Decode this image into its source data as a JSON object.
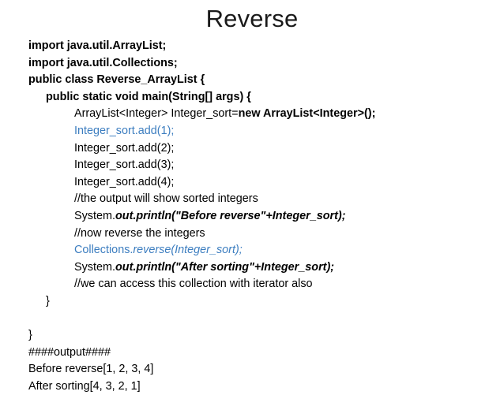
{
  "slide": {
    "title": "Reverse",
    "background_color": "#ffffff",
    "text_color": "#000000",
    "accent_blue": "#3d7ec0"
  },
  "code": {
    "lines": [
      {
        "id": "import-arraylist",
        "indent": 0,
        "segments": [
          {
            "text": "import java.util.ArrayList;",
            "style": "b",
            "color": "black"
          }
        ]
      },
      {
        "id": "import-collections",
        "indent": 0,
        "segments": [
          {
            "text": "import java.util.Collections;",
            "style": "b",
            "color": "black"
          }
        ]
      },
      {
        "id": "class-decl",
        "indent": 0,
        "segments": [
          {
            "text": "public class Reverse_ArrayList {",
            "style": "b",
            "color": "black"
          }
        ]
      },
      {
        "id": "main-method",
        "indent": 1,
        "segments": [
          {
            "text": "public static void main(String[] args) {",
            "style": "b",
            "color": "black"
          }
        ]
      },
      {
        "id": "declare-list",
        "indent": 2,
        "segments": [
          {
            "text": "ArrayList<Integer> Integer_sort=",
            "style": "",
            "color": "black"
          },
          {
            "text": "new ArrayList<Integer>();",
            "style": "b",
            "color": "black"
          }
        ]
      },
      {
        "id": "add-1",
        "indent": 2,
        "segments": [
          {
            "text": "Integer_sort.add(1);",
            "style": "",
            "color": "blue"
          }
        ]
      },
      {
        "id": "add-2",
        "indent": 2,
        "segments": [
          {
            "text": "Integer_sort.add(2);",
            "style": "",
            "color": "black"
          }
        ]
      },
      {
        "id": "add-3",
        "indent": 2,
        "segments": [
          {
            "text": "Integer_sort.add(3);",
            "style": "",
            "color": "black"
          }
        ]
      },
      {
        "id": "add-4",
        "indent": 2,
        "segments": [
          {
            "text": "Integer_sort.add(4);",
            "style": "",
            "color": "black"
          }
        ]
      },
      {
        "id": "comment-sorted",
        "indent": 2,
        "segments": [
          {
            "text": "//the output will show sorted integers",
            "style": "",
            "color": "black"
          }
        ]
      },
      {
        "id": "print-before",
        "indent": 2,
        "segments": [
          {
            "text": "System.",
            "style": "",
            "color": "black"
          },
          {
            "text": "out.println(\"Before reverse\"+Integer_sort);",
            "style": "bi",
            "color": "black"
          }
        ]
      },
      {
        "id": "comment-now-reverse",
        "indent": 2,
        "segments": [
          {
            "text": "//now reverse the integers",
            "style": "",
            "color": "black"
          }
        ]
      },
      {
        "id": "collections-reverse",
        "indent": 2,
        "segments": [
          {
            "text": "Collections.",
            "style": "",
            "color": "blue"
          },
          {
            "text": "reverse(Integer_sort);",
            "style": "i",
            "color": "blue"
          }
        ]
      },
      {
        "id": "print-after",
        "indent": 2,
        "segments": [
          {
            "text": "System.",
            "style": "",
            "color": "black"
          },
          {
            "text": "out.println(\"After sorting\"+Integer_sort);",
            "style": "bi",
            "color": "black"
          }
        ]
      },
      {
        "id": "comment-iterator",
        "indent": 2,
        "segments": [
          {
            "text": "//we can access this collection with iterator also",
            "style": "",
            "color": "black"
          }
        ]
      },
      {
        "id": "close-main",
        "indent": 1,
        "segments": [
          {
            "text": "}",
            "style": "",
            "color": "black"
          }
        ]
      },
      {
        "id": "spacer-1",
        "indent": 0,
        "segments": []
      },
      {
        "id": "close-class",
        "indent": 0,
        "segments": [
          {
            "text": "}",
            "style": "",
            "color": "black"
          }
        ]
      },
      {
        "id": "output-header",
        "indent": 0,
        "segments": [
          {
            "text": "####output####",
            "style": "",
            "color": "black"
          }
        ]
      },
      {
        "id": "output-before",
        "indent": 0,
        "segments": [
          {
            "text": "Before reverse[1, 2, 3, 4]",
            "style": "",
            "color": "black"
          }
        ]
      },
      {
        "id": "output-after",
        "indent": 0,
        "segments": [
          {
            "text": "After sorting[4, 3, 2, 1]",
            "style": "",
            "color": "black"
          }
        ]
      }
    ]
  }
}
